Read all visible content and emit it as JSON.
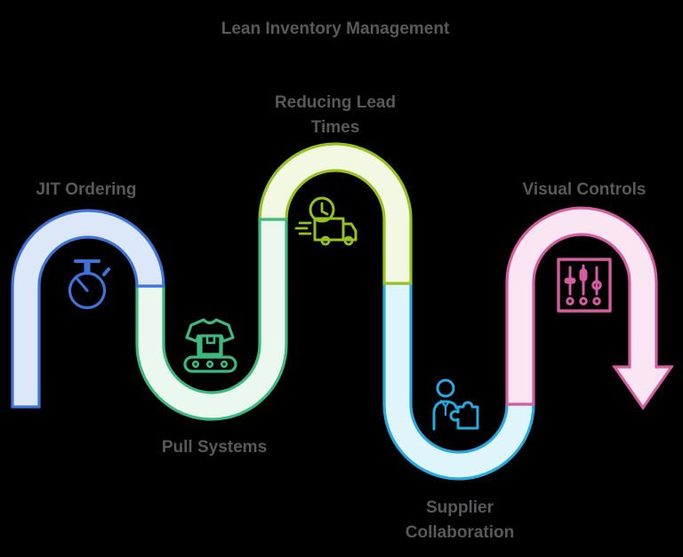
{
  "title": "Lean Inventory Management",
  "colors": {
    "background": "#000000",
    "label": "#58595B"
  },
  "stages": [
    {
      "label": "JIT Ordering",
      "icon": "stopwatch-icon",
      "stroke": "#3E74DA",
      "fill": "#DCE7F8"
    },
    {
      "label": "Pull Systems",
      "icon": "tshirt-conveyor-icon",
      "stroke": "#3CBA7D",
      "fill": "#EAF8F0"
    },
    {
      "label": "Reducing Lead Times",
      "icon": "truck-clock-icon",
      "stroke": "#96C21E",
      "fill": "#F3F8E3"
    },
    {
      "label": "Supplier Collaboration",
      "icon": "person-puzzle-icon",
      "stroke": "#25A9E0",
      "fill": "#E0F4FC"
    },
    {
      "label": "Visual Controls",
      "icon": "sliders-panel-icon",
      "stroke": "#D45C9F",
      "fill": "#FAE5F2"
    }
  ]
}
